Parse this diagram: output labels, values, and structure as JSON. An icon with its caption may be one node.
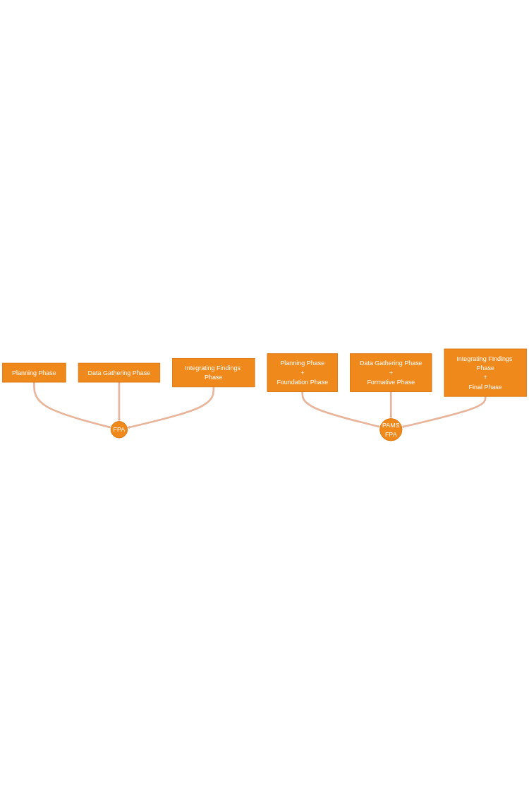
{
  "diagram": {
    "nodes": [
      {
        "text": [
          "Data Gathering Phase"
        ]
      },
      {
        "text": [
          "Planning Phase"
        ]
      },
      {
        "text": [
          "Integrating Findings Phase"
        ]
      },
      {
        "text": [
          "FPA"
        ]
      },
      {
        "text": [
          "Data Gathering Phase",
          "+",
          "Formative Phase"
        ]
      },
      {
        "text": [
          "Planning Phase",
          "+",
          "Foundation Phase"
        ]
      },
      {
        "text": [
          "Integrating FIndings Phase",
          "+",
          "Final Phase"
        ]
      },
      {
        "text": [
          "PAMS",
          "FPA"
        ]
      }
    ],
    "edges": [
      {
        "from": 1,
        "to": 3,
        "arrow": "to"
      },
      {
        "from": 0,
        "to": 3,
        "arrow": "to"
      },
      {
        "from": 2,
        "to": 3,
        "arrow": "to"
      },
      {
        "from": 5,
        "to": 7,
        "arrow": "to"
      },
      {
        "from": 4,
        "to": 7,
        "arrow": "to"
      },
      {
        "from": 6,
        "to": 7,
        "arrow": "to"
      }
    ]
  }
}
